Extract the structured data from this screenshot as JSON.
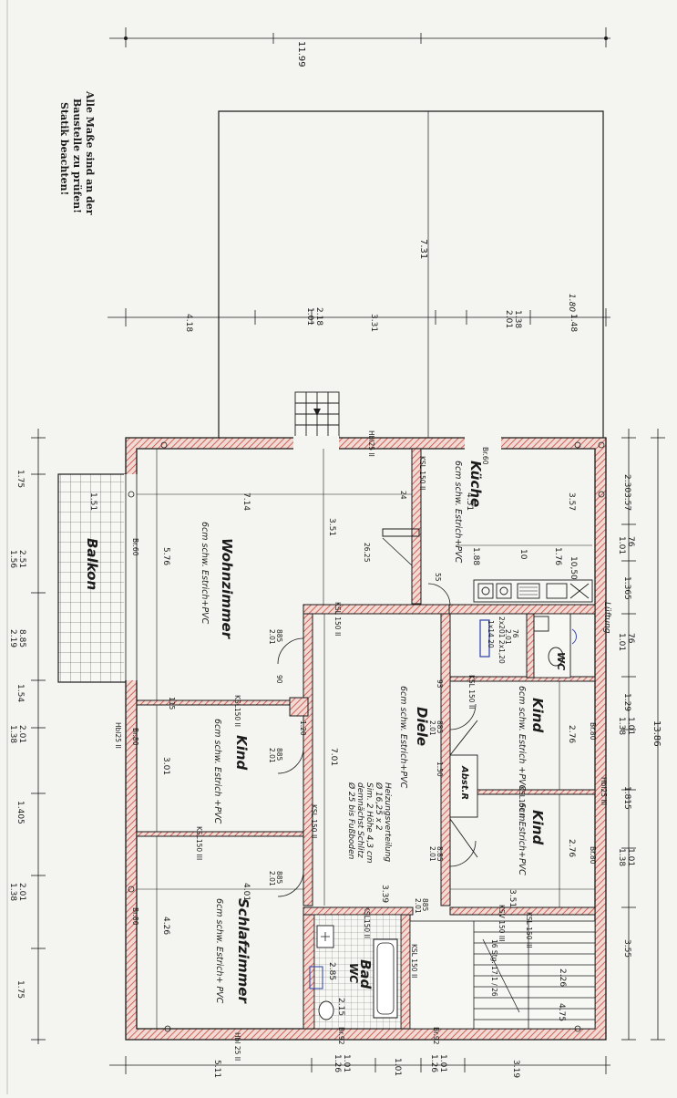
{
  "note": {
    "line1": "Alle Maße sind an der",
    "line2": "Baustelle zu prüfen!",
    "line3": "Statik beachten!"
  },
  "rooms": {
    "wohnzimmer": {
      "name": "Wohnzimmer",
      "finish": "6cm schw. Estrich+PVC"
    },
    "kueche": {
      "name": "Küche",
      "finish": "6cm schw. Estrich+PVC"
    },
    "kind1": {
      "name": "Kind",
      "finish": "6cm schw. Estrich +PVC"
    },
    "kind2": {
      "name": "Kind",
      "finish": "6cm schw. Estrich +PVC"
    },
    "kind3": {
      "name": "Kind",
      "finish": "6cmEstrich+PVC"
    },
    "schlafzimmer": {
      "name": "Schlafzimmer",
      "finish": "6cm schw. Estrich+ PVC"
    },
    "diele": {
      "name": "Diele",
      "finish": "6cm schw. Estrich+PVC"
    },
    "bad": {
      "name": "Bad",
      "sub": "WC"
    },
    "wc": {
      "name": "WC"
    },
    "balkon": {
      "name": "Balkon"
    },
    "abstr": {
      "name": "Abst.R"
    }
  },
  "diele_note": {
    "l1": "Heizungsverteilung",
    "l2": "Ø 16,25 x 2",
    "l3": "Sim. 2 Höhe 4,3 cm",
    "l4": "demnächst Schlitz",
    "l5": "Ø 25 bis Fußboden"
  },
  "wall_labels": {
    "hbl_top": "Hbl25 II",
    "hbl_bottom": "Hbl 25 II",
    "hbl_left": "Hbl25 II",
    "hbl_right": "Hbl25 III",
    "ksl_kueche": "KSL 150 II",
    "ksl_mid": "KSL 150 II",
    "ksl_kind1": "KSL150 II",
    "ksl_kind_b": "KSL150 III",
    "ksl_kind_a": "KSL150 II",
    "ksl_center": "KSL 150 II",
    "ksl_right_a": "KSL 150 III",
    "ksl_right_b": "KSL 150 II",
    "ksv": "KSV 150 III",
    "ksl_bad_v": "KSL 150 II",
    "ksl_bad_h": "KSL150 II",
    "lueftung": "Lüftung"
  },
  "openings": {
    "br60_k": "Br.60",
    "br60_w": "Br.60",
    "br80_a": "Br.80",
    "br80_b": "Br.80",
    "br80_c": "Br.80",
    "br80_d": "Br.80",
    "br92_a": "Br.92",
    "br92_b": "Br.92",
    "stair": "16 Stg. 17,1 / 26"
  },
  "dims": {
    "top_total": "11.99",
    "terrace_depth": "7.31",
    "mid_418": "4.18",
    "mid_101": "1.01",
    "mid_218": "2.18",
    "mid_331": "3.31",
    "mid_201": "2.01",
    "mid_138": "1.38",
    "mid_148": "1.48",
    "hand_1": "1.80",
    "wz_width": "7.14",
    "wz_depth": "5.76",
    "wz_351": "3.51",
    "k_width": "4.51",
    "k_357": "3.57",
    "k_188": "1.88",
    "k_176": "1.76",
    "k_10": "10",
    "k_50": "10,50",
    "balk_151": "1.51",
    "kind_301": "3.01",
    "kind_276a": "2.76",
    "kind_276b": "2.76",
    "schl_401": "4.01",
    "schl_426": "4.26",
    "diele_701": "7.01",
    "diele_339": "3.39",
    "kind_351": "3.51",
    "l_175": "1.75",
    "l_251": "2.51",
    "l_156": "1.56",
    "l_885": "8.85",
    "l_219": "2.19",
    "l_154": "1.54",
    "l_201": "2.01",
    "l_138": "1.38",
    "l_1405": "1.405",
    "l_201b": "2.01",
    "l_138b": "1.38",
    "l_175b": "1.75",
    "r_230": "2.30",
    "r_357": "3.57",
    "r_76": "76",
    "r_101": "1.01",
    "r_1365": "1.365",
    "r_76b": "76",
    "r_101b": "1.01",
    "r_129": "1.29",
    "r_1386": "13.86",
    "r_101c": "1.01",
    "r_138c": "1.38",
    "r_1815": "1.815",
    "r_101d": "1.01",
    "r_138d": "1.38",
    "r_355": "3.55",
    "b_511": "5.11",
    "b_101": "1.01",
    "b_126": "1.26",
    "b_101b": "1.01",
    "b_101c": "1.01",
    "b_126b": "1.26",
    "b_319": "3.19",
    "bad_215": "2.15",
    "bad_285": "2.85",
    "stair_226": "2.26",
    "stair_475": "4.75",
    "d_885a": "885",
    "d_201a": "2.01",
    "d_90": "90",
    "d_885b": "885",
    "d_201b": "2.01",
    "d_885c": "885",
    "d_201c": "2.01",
    "d_885d": "885",
    "d_201d": "2.01",
    "d_885e": "885",
    "d_201e": "2.01",
    "d_885f": "8.85",
    "d_201f": "2.01",
    "d_93": "93",
    "d_150": "1.50",
    "d_76": "76",
    "d_201g": "2.01",
    "d_55": "55",
    "d_2625": "26.25",
    "d_120": "1.20",
    "d_1x14": "1x14 20",
    "d_2x2": "2x201 2x1,20",
    "d_115": "115",
    "d_24": "24"
  },
  "colors": {
    "wall_hatch": "#c44a3c",
    "ink": "#1b1b1b",
    "paper": "#f4f4f1",
    "pen_blue": "#2a3fa6"
  }
}
